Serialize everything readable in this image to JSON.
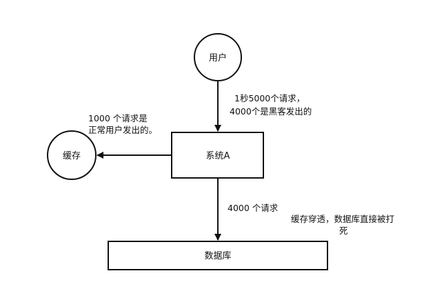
{
  "nodes": {
    "user": {
      "label": "用户"
    },
    "cache": {
      "label": "缓存"
    },
    "system": {
      "label": "系统A"
    },
    "database": {
      "label": "数据库"
    }
  },
  "edges": {
    "user_to_system": {
      "label_lines": [
        "1秒5000个请求，",
        "4000个是黑客发出的"
      ]
    },
    "system_to_cache": {
      "label_lines": [
        "1000 个请求是",
        "正常用户发出的。"
      ]
    },
    "system_to_database": {
      "label_lines": [
        "4000 个请求"
      ]
    }
  },
  "notes": {
    "penetration": {
      "lines": [
        "缓存穿透，数据库直接被打",
        "死"
      ]
    }
  }
}
